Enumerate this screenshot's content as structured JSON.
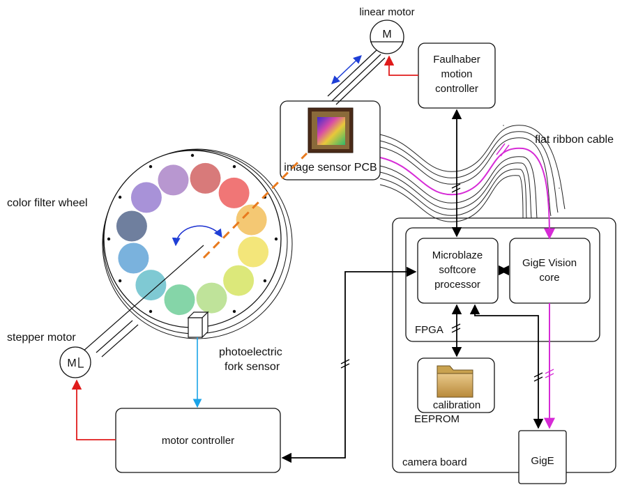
{
  "labels": {
    "linear_motor": "linear motor",
    "faulhaber_line1": "Faulhaber",
    "faulhaber_line2": "motion",
    "faulhaber_line3": "controller",
    "flat_ribbon_cable": "flat ribbon cable",
    "image_sensor_pcb": "image sensor PCB",
    "color_filter_wheel": "color filter wheel",
    "microblaze_line1": "Microblaze",
    "microblaze_line2": "softcore",
    "microblaze_line3": "processor",
    "gige_vision_line1": "GigE Vision",
    "gige_vision_line2": "core",
    "fpga": "FPGA",
    "stepper_motor": "stepper motor",
    "photoelectric_line1": "photoelectric",
    "photoelectric_line2": "fork sensor",
    "calibration": "calibration",
    "eeprom": "EEPROM",
    "motor_controller": "motor controller",
    "camera_board": "camera board",
    "gige": "GigE",
    "motor_symbol": "M"
  },
  "colors": {
    "red_arrow": "#e01b1b",
    "blue_arrow": "#1f3fd6",
    "cyan_arrow": "#1aa3e8",
    "magenta_wire": "#d62ad6",
    "orange_dash": "#e87a1e",
    "wheel_rotation": "#1a2fd0",
    "filters": [
      "#d87a7a",
      "#f07676",
      "#f4c873",
      "#f3e67a",
      "#dce87a",
      "#bfe39a",
      "#85d5a8",
      "#7fc9d3",
      "#7ab2dd",
      "#6f7f9e",
      "#a892d8",
      "#b897d0"
    ]
  }
}
